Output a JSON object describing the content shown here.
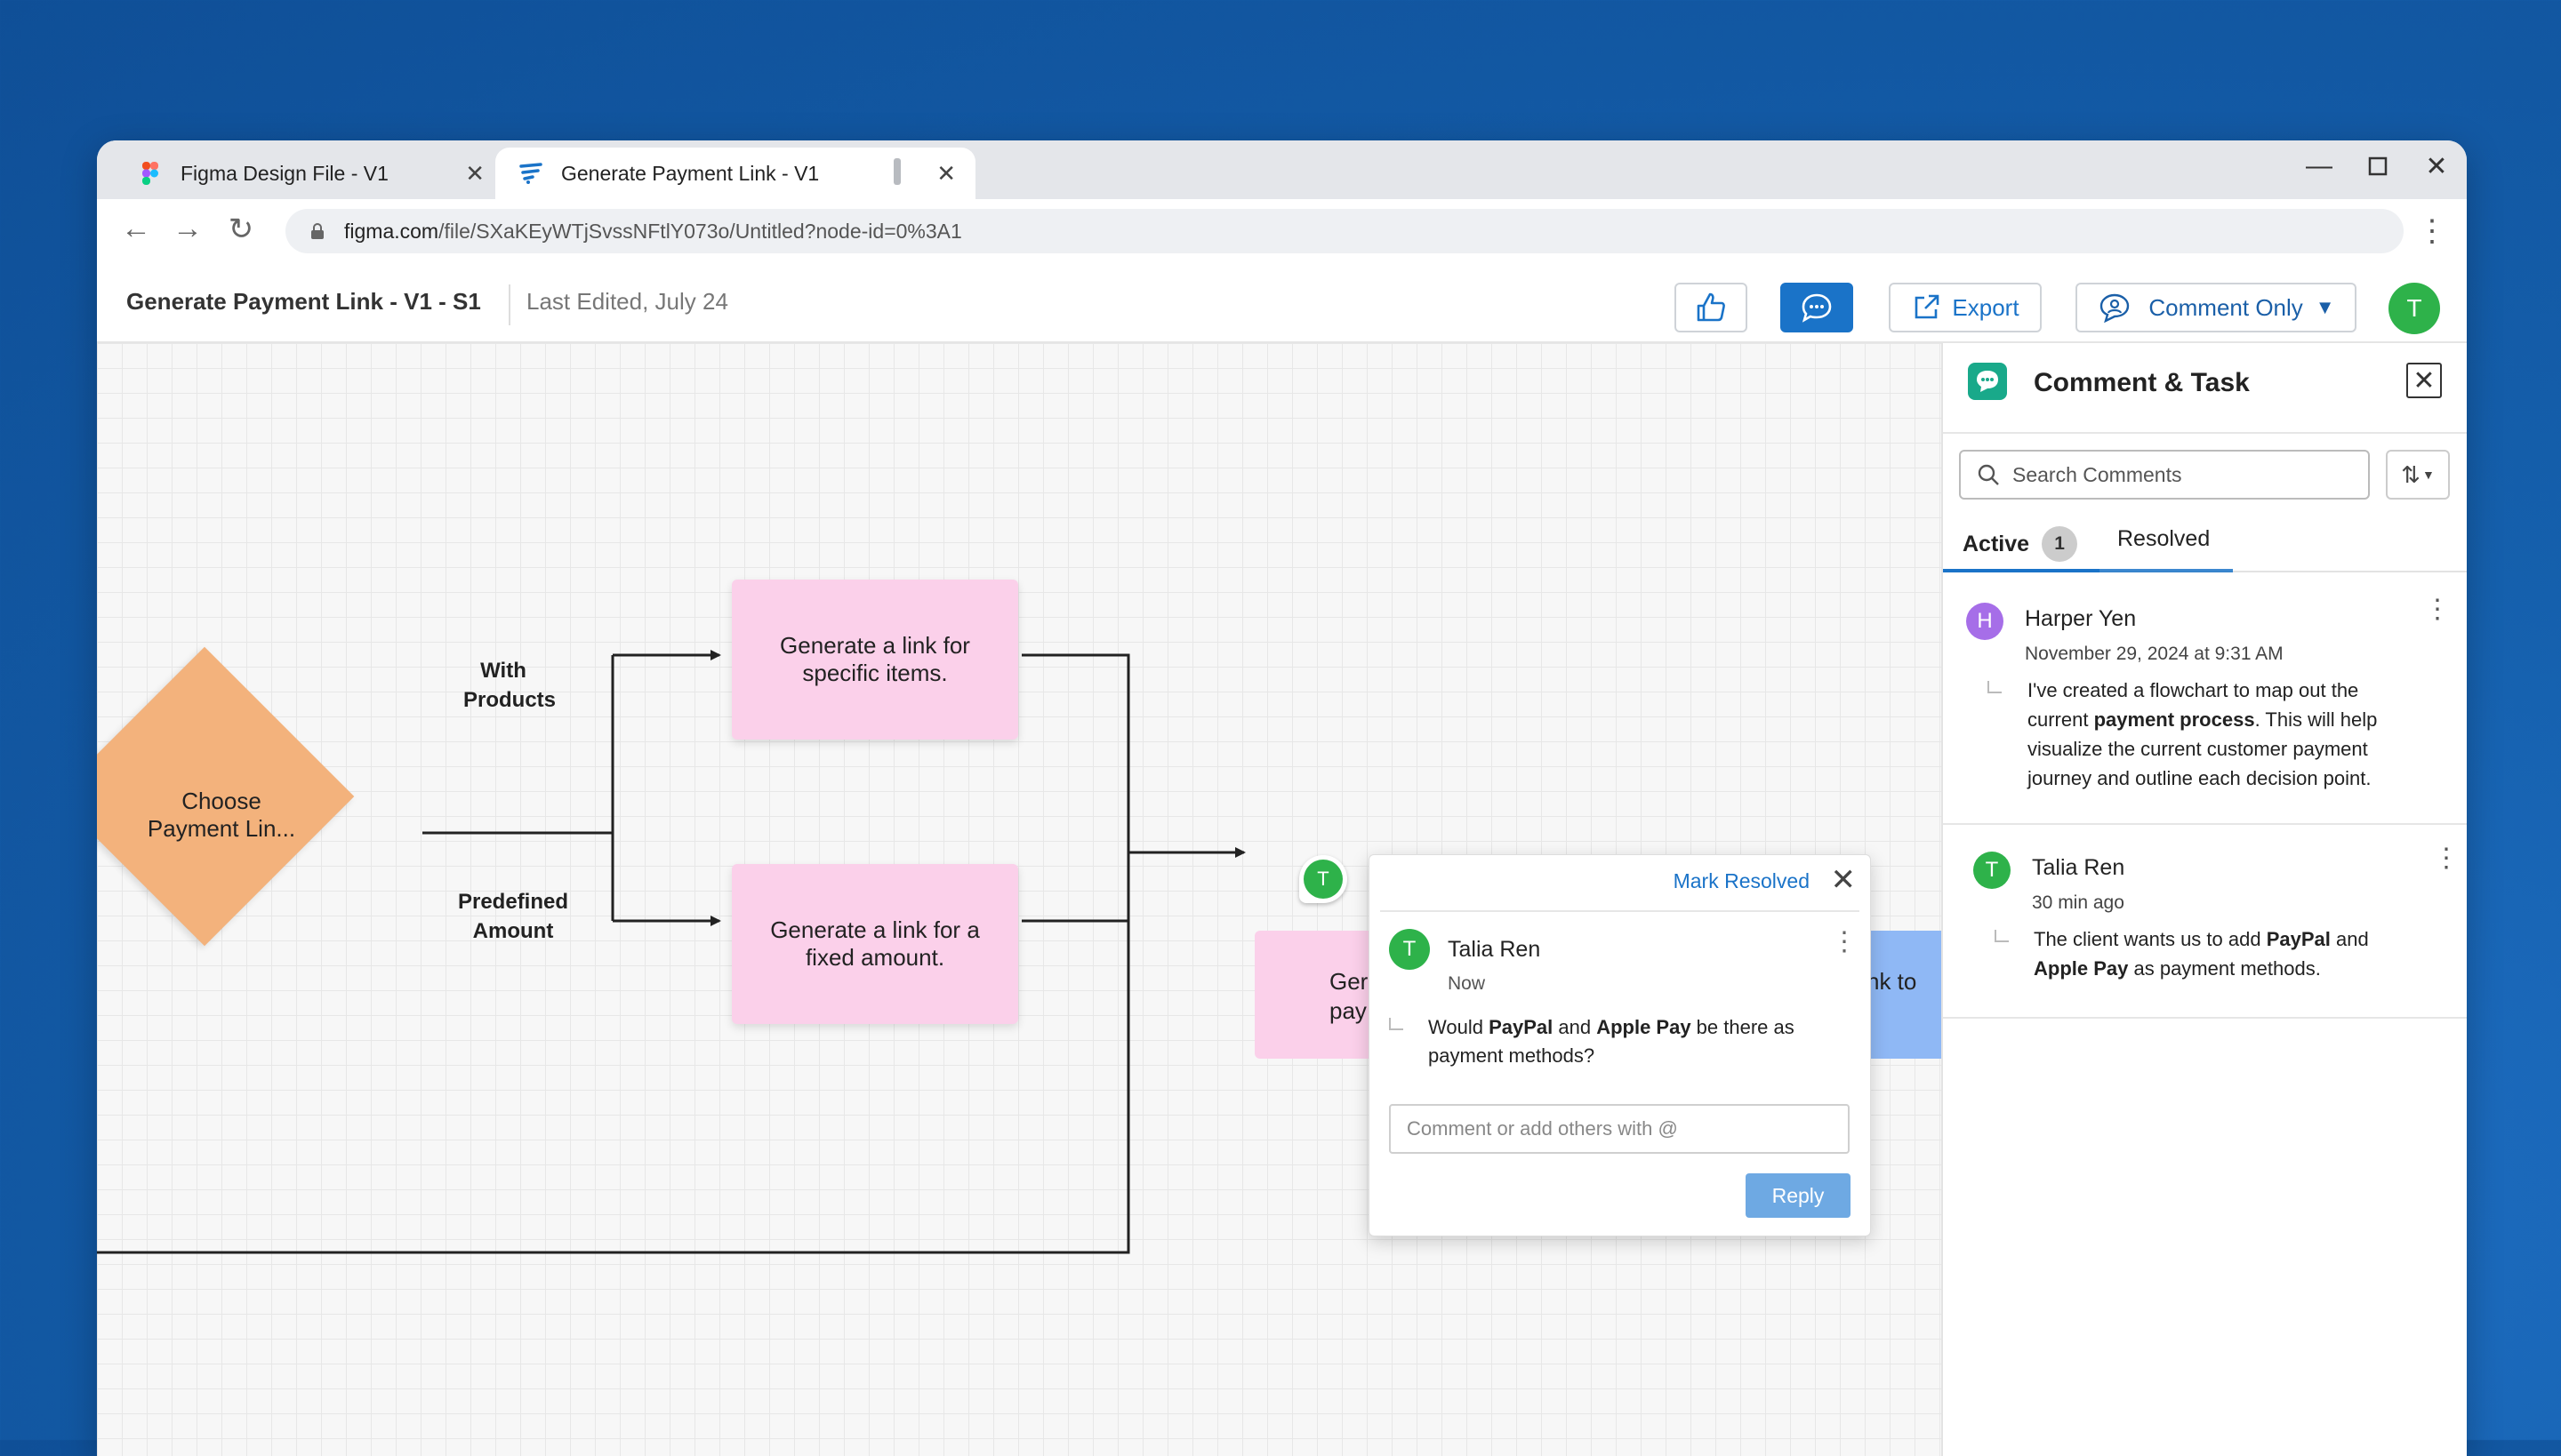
{
  "browser": {
    "tabs": [
      {
        "label": "Figma Design File - V1",
        "icon": "figma-icon"
      },
      {
        "label": "Generate Payment Link - V1",
        "icon": "app-logo-icon"
      }
    ],
    "url_host": "figma.com",
    "url_path": "/file/SXaKEyWTjSvssNFtlY073o/Untitled?node-id=0%3A1"
  },
  "header": {
    "doc_title": "Generate Payment Link - V1 - S1",
    "last_edited": "Last Edited, July 24",
    "export_label": "Export",
    "comment_only_label": "Comment Only",
    "user_initial": "T",
    "accent_color": "#1a73c8"
  },
  "flowchart": {
    "decision": "Choose Payment Lin...",
    "edge_top": "With Products",
    "edge_bottom": "Predefined Amount",
    "box_top": "Generate a link for specific items.",
    "box_bottom": "Generate a link for a fixed amount.",
    "partial_pink_line1": "Ger",
    "partial_pink_line2": "pay",
    "partial_blue": "nk to",
    "pin_initial": "T"
  },
  "popup": {
    "mark_resolved": "Mark Resolved",
    "author_initial": "T",
    "author": "Talia Ren",
    "time": "Now",
    "text_parts": [
      "Would ",
      "PayPal",
      " and ",
      "Apple Pay",
      " be there as payment methods?"
    ],
    "input_placeholder": "Comment or add others with @",
    "reply_label": "Reply"
  },
  "panel": {
    "title": "Comment & Task",
    "search_placeholder": "Search Comments",
    "tab_active": "Active",
    "tab_active_count": "1",
    "tab_resolved": "Resolved",
    "comments": [
      {
        "initial": "H",
        "author": "Harper Yen",
        "date": "November 29, 2024 at 9:31 AM",
        "text_parts": [
          "I've created a flowchart to map out the current ",
          "payment process",
          ". This will help visualize the current customer payment journey and outline each decision point."
        ],
        "avatar_color": "#a66ee8"
      },
      {
        "initial": "T",
        "author": "Talia Ren",
        "date": "30 min ago",
        "text_parts": [
          "The client wants us to add ",
          "PayPal",
          " and ",
          "Apple Pay",
          " as payment methods."
        ],
        "avatar_color": "#2eb24a"
      }
    ]
  }
}
